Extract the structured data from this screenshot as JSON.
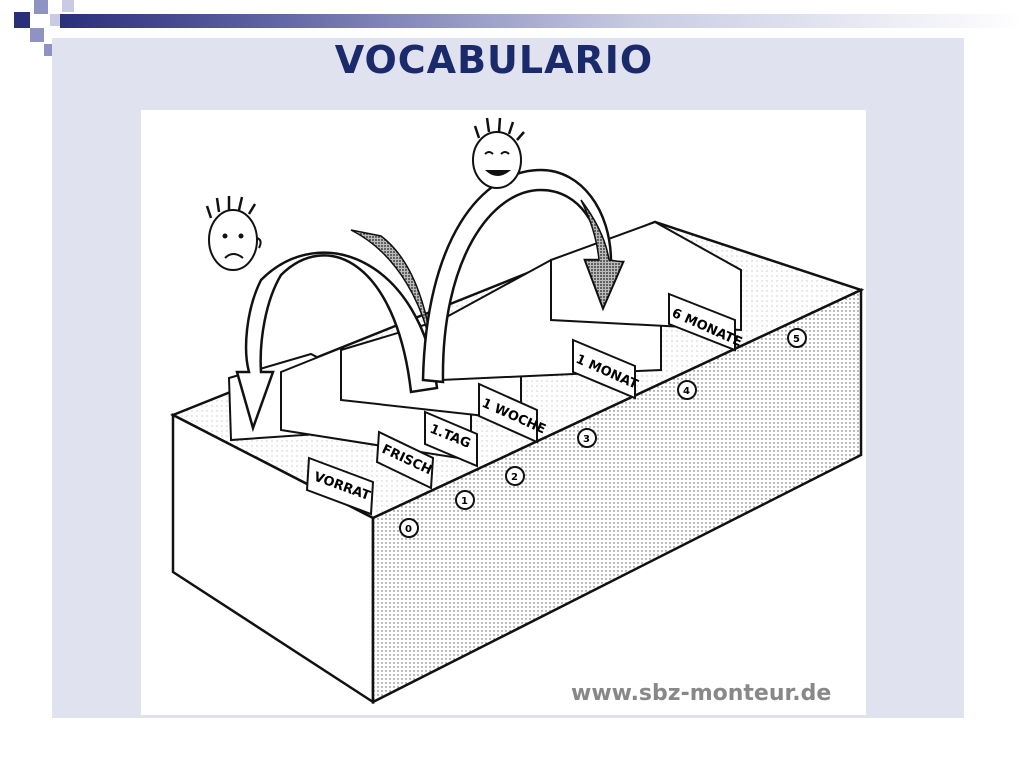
{
  "slide": {
    "title": "VOCABULARIO"
  },
  "illustration": {
    "compartment_labels": [
      "VORRAT",
      "FRISCH",
      "1.TAG",
      "1 WOCHE",
      "1 MONAT",
      "6 MONATE"
    ],
    "slot_numbers": [
      "0",
      "1",
      "2",
      "3",
      "4",
      "5"
    ],
    "watermark": "www.sbz-monteur.de"
  },
  "colors": {
    "title": "#1b2a6b",
    "panel": "#e0e2f0",
    "accent_dark": "#2a2f7a"
  }
}
